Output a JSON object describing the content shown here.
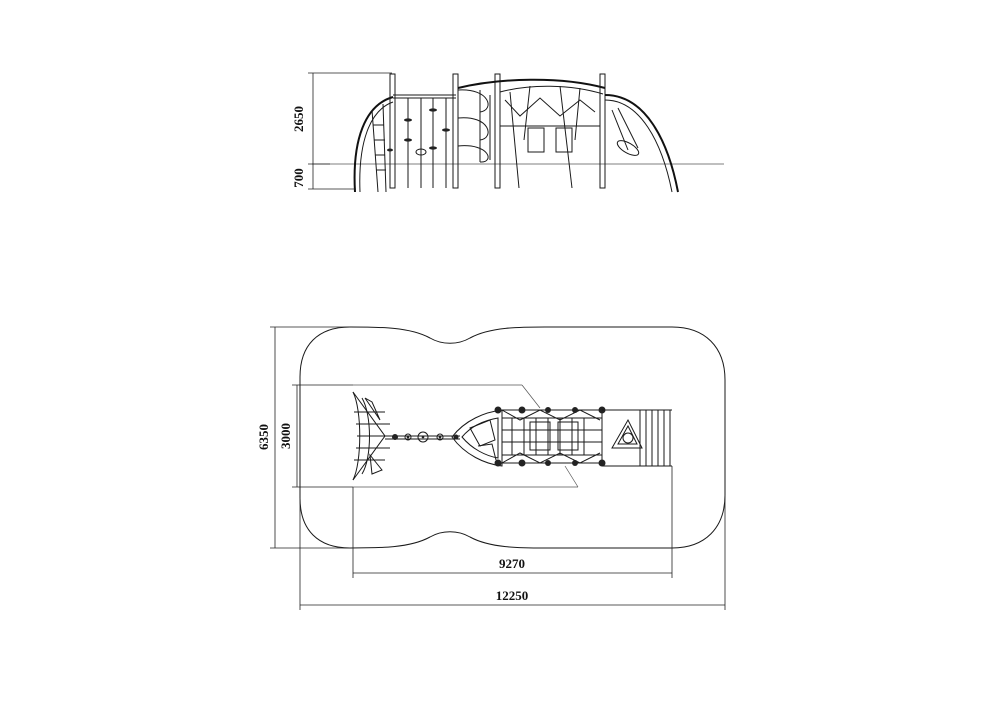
{
  "dimensions": {
    "height_upper": "2650",
    "height_lower": "700",
    "depth_total": "6350",
    "depth_structure": "3000",
    "length_structure": "9270",
    "length_total": "12250"
  },
  "colors": {
    "line": "#1a1a1a",
    "background": "#ffffff"
  }
}
